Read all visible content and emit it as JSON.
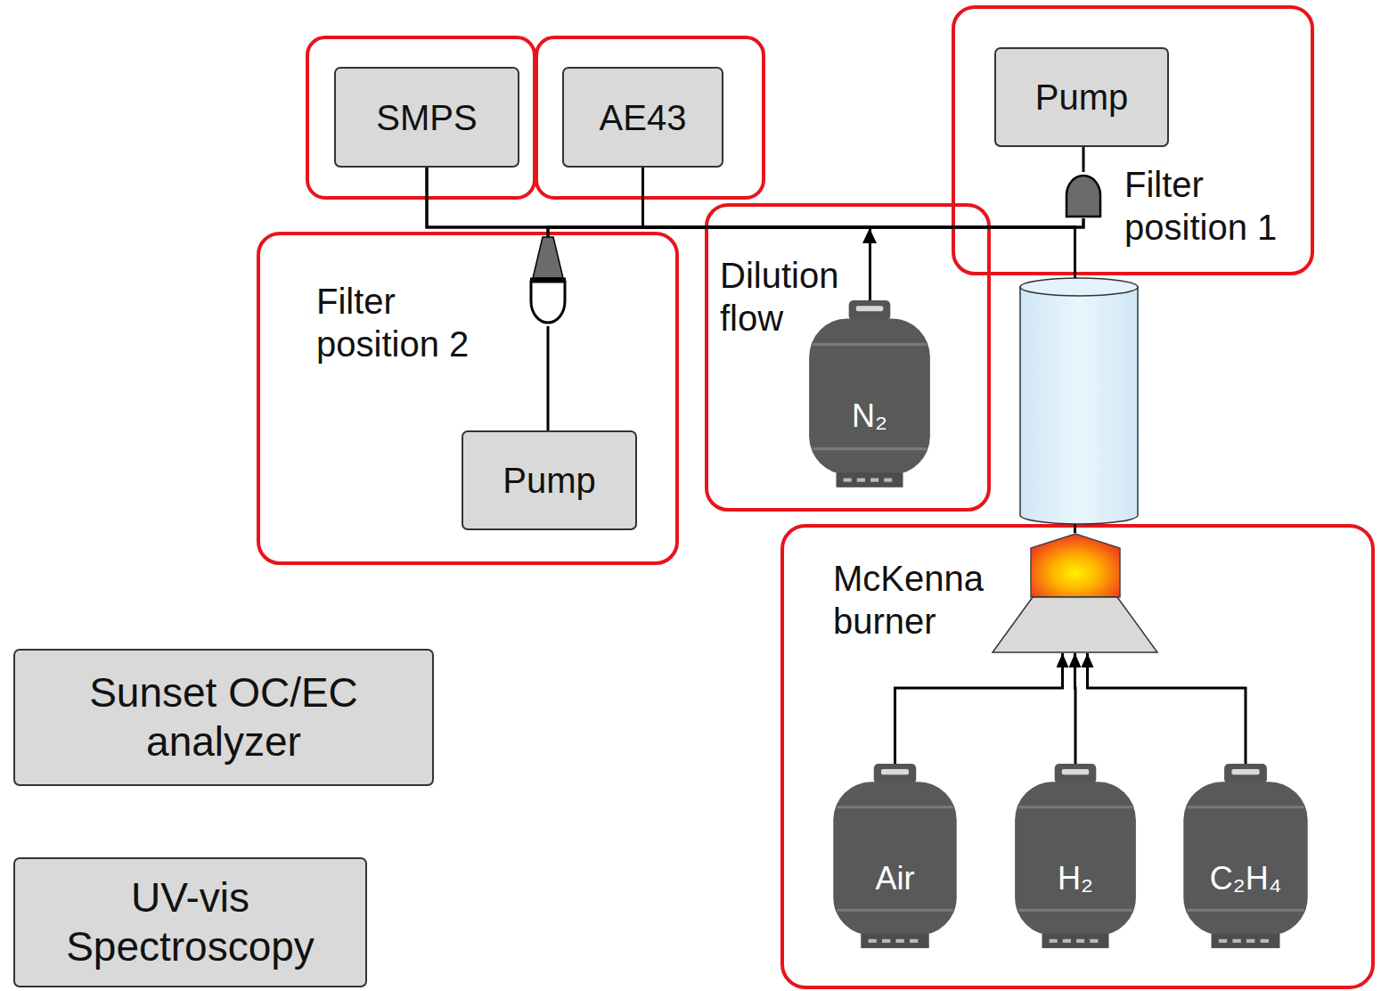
{
  "diagram": {
    "nodes": [
      {
        "text": [
          "SMPS"
        ]
      },
      {
        "text": [
          "AE43"
        ]
      },
      {
        "text": [
          "Filter position 2"
        ]
      },
      {
        "text": [
          "Pump"
        ]
      },
      {
        "text": [
          "N₂"
        ]
      },
      {
        "text": [
          "Pump"
        ]
      },
      {
        "text": [
          "Filter position 1"
        ]
      },
      {
        "text": [
          "McKenna burner"
        ]
      },
      {
        "text": [
          "Air"
        ]
      },
      {
        "text": [
          "H₂"
        ]
      },
      {
        "text": [
          "C₂H₄"
        ]
      },
      {
        "text": [
          "Sunset OC/EC analyzer"
        ]
      },
      {
        "text": [
          "UV-vis Spectroscopy"
        ]
      }
    ],
    "edges": [
      {
        "from": 7,
        "to": 0,
        "arrow": "none"
      },
      {
        "from": 7,
        "to": 1,
        "arrow": "none"
      },
      {
        "from": 7,
        "to": 2,
        "arrow": "none"
      },
      {
        "from": 7,
        "to": 6,
        "arrow": "none"
      },
      {
        "from": 4,
        "to": 0,
        "arrow": "none"
      },
      {
        "from": 4,
        "to": 1,
        "arrow": "none"
      },
      {
        "from": 4,
        "to": 2,
        "arrow": "none"
      },
      {
        "from": 4,
        "to": 6,
        "arrow": "none"
      },
      {
        "from": 2,
        "to": 3,
        "arrow": "none"
      },
      {
        "from": 5,
        "to": 6,
        "arrow": "none"
      },
      {
        "from": 8,
        "to": 7,
        "arrow": "to"
      },
      {
        "from": 9,
        "to": 7,
        "arrow": "to"
      },
      {
        "from": 10,
        "to": 7,
        "arrow": "to"
      }
    ],
    "labels": [
      "Dilution flow"
    ]
  }
}
